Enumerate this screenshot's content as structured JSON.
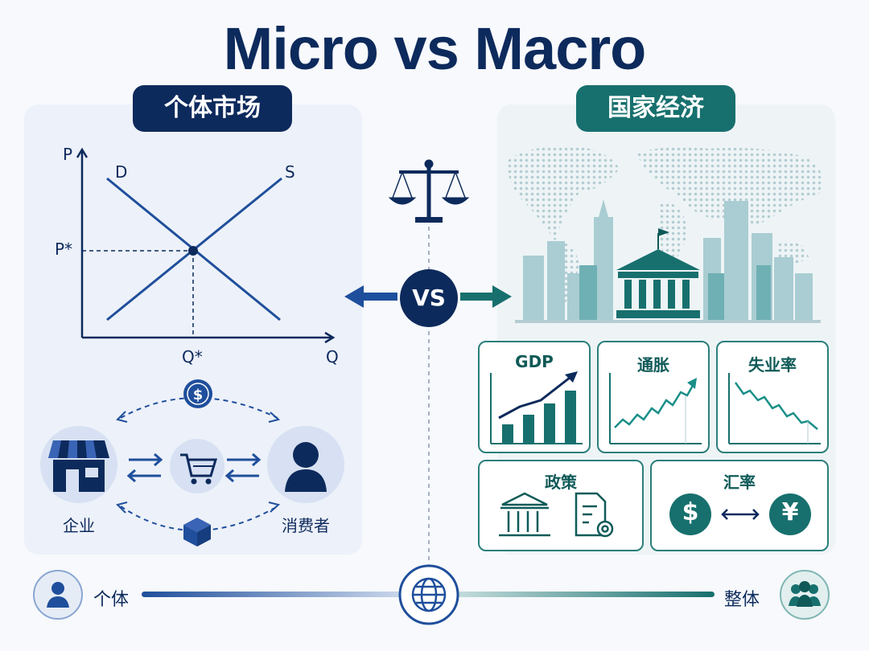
{
  "title": "Micro vs Macro",
  "left": {
    "pill": "个体市场",
    "chart": {
      "p_label": "P",
      "q_label": "Q",
      "d_label": "D",
      "s_label": "S",
      "p_star": "P*",
      "q_star": "Q*"
    },
    "flow": {
      "firm_label": "企业",
      "consumer_label": "消费者",
      "money_icon": "dollar-coin-icon",
      "goods_icon": "package-icon"
    }
  },
  "right": {
    "pill": "国家经济",
    "cards": {
      "gdp": "GDP",
      "inflation": "通胀",
      "unemployment": "失业率",
      "policy": "政策",
      "exchange": "汇率"
    },
    "currency": {
      "dollar": "$",
      "yen": "¥"
    }
  },
  "center": {
    "vs": "VS"
  },
  "bottom": {
    "left_label": "个体",
    "right_label": "整体"
  },
  "colors": {
    "navy": "#0d2a5c",
    "teal": "#17706e",
    "blue_line": "#1f4f9c"
  }
}
